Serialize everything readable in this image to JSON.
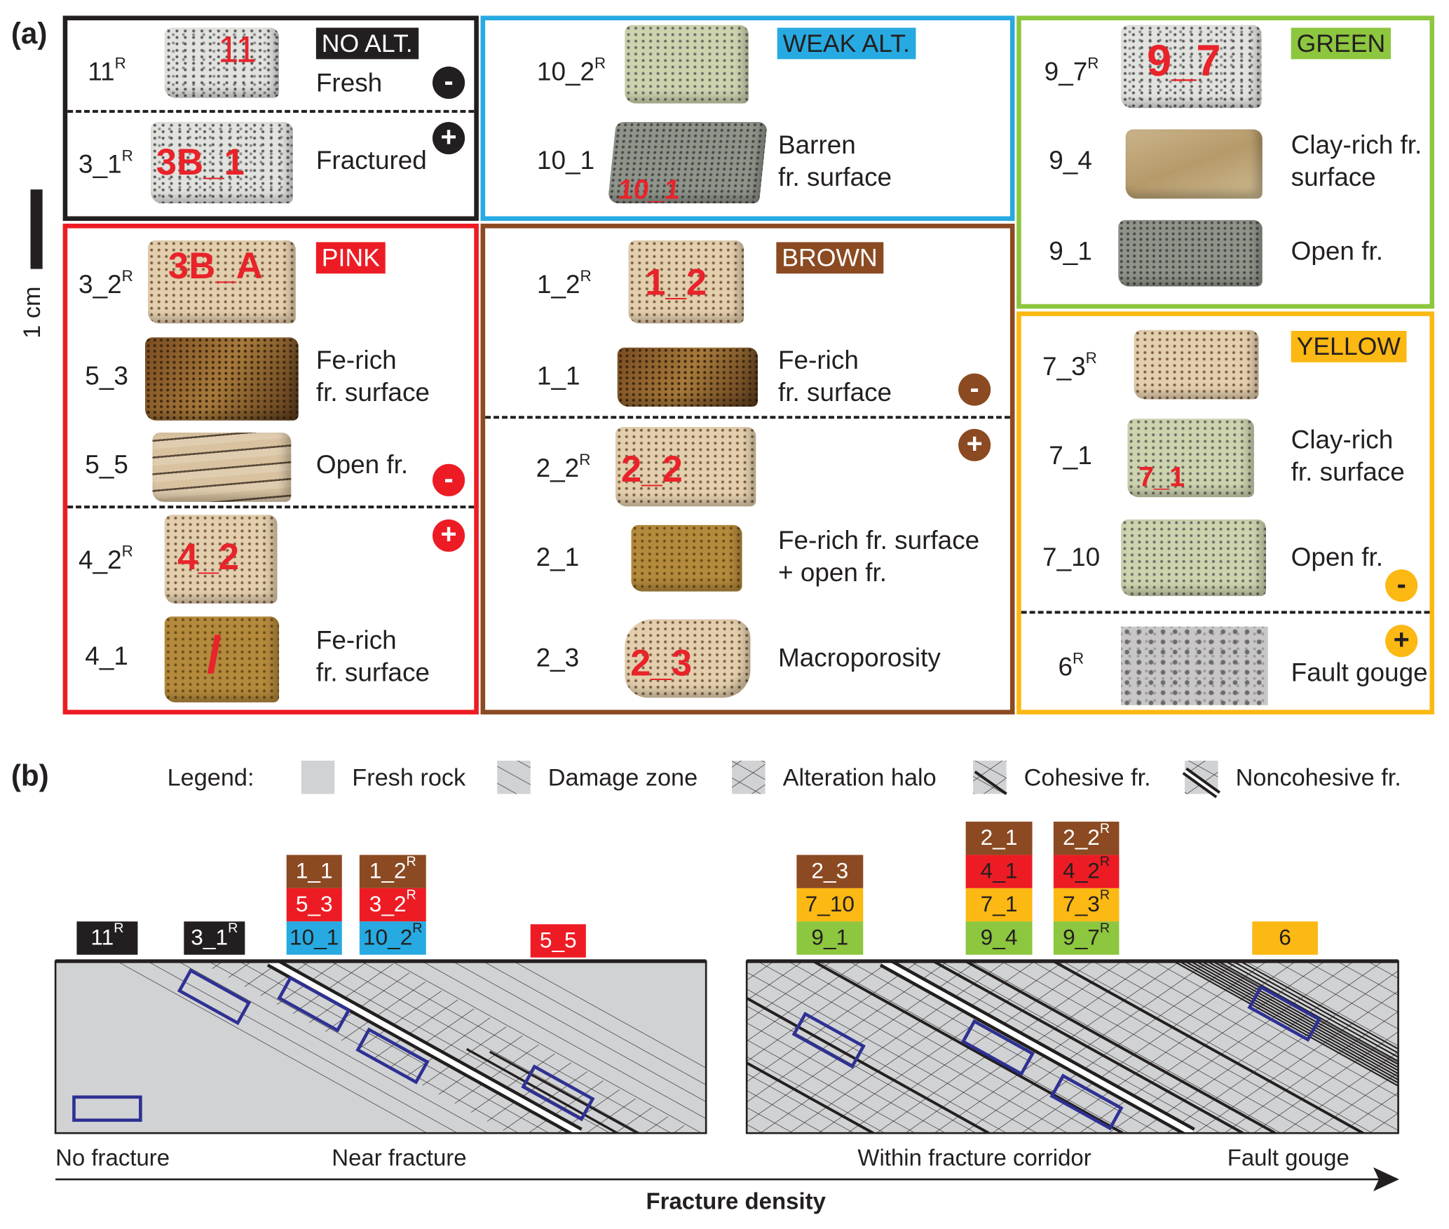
{
  "panel_a": {
    "label": "(a)",
    "scale_bar": "1 cm",
    "colors": {
      "no_alt": "#231f20",
      "weak_alt": "#27aae1",
      "green": "#8dc63f",
      "pink": "#ed1c24",
      "brown": "#8b4a22",
      "yellow": "#fcb813"
    },
    "no_alt": {
      "title": "NO ALT.",
      "fresh": "Fresh",
      "fractured": "Fractured",
      "minus": "-",
      "plus": "+",
      "samples": [
        {
          "id": "11",
          "sup": "R",
          "mark": "11"
        },
        {
          "id": "3_1",
          "sup": "R",
          "mark": "3B_1"
        }
      ]
    },
    "weak_alt": {
      "title": "WEAK ALT.",
      "desc": [
        "Barren",
        "fr. surface"
      ],
      "samples": [
        {
          "id": "10_2",
          "sup": "R"
        },
        {
          "id": "10_1",
          "sup": "",
          "mark": "10_1"
        }
      ]
    },
    "green": {
      "title": "GREEN",
      "desc_clay": [
        "Clay-rich fr.",
        "surface"
      ],
      "desc_open": "Open fr.",
      "samples": [
        {
          "id": "9_7",
          "sup": "R",
          "mark": "9_7"
        },
        {
          "id": "9_4",
          "sup": ""
        },
        {
          "id": "9_1",
          "sup": ""
        }
      ]
    },
    "pink": {
      "title": "PINK",
      "desc_fe": [
        "Fe-rich",
        "fr. surface"
      ],
      "desc_open": "Open fr.",
      "desc_fe2": [
        "Fe-rich",
        "fr. surface"
      ],
      "minus": "-",
      "plus": "+",
      "samples": [
        {
          "id": "3_2",
          "sup": "R",
          "mark": "3B_A"
        },
        {
          "id": "5_3",
          "sup": ""
        },
        {
          "id": "5_5",
          "sup": ""
        },
        {
          "id": "4_2",
          "sup": "R",
          "mark": "4_2"
        },
        {
          "id": "4_1",
          "sup": "",
          "mark": "/"
        }
      ]
    },
    "brown": {
      "title": "BROWN",
      "desc_fe": [
        "Fe-rich",
        "fr. surface"
      ],
      "desc_fe_open": [
        "Fe-rich fr. surface",
        "+ open fr."
      ],
      "desc_macro": "Macroporosity",
      "minus": "-",
      "plus": "+",
      "samples": [
        {
          "id": "1_2",
          "sup": "R",
          "mark": "1_2"
        },
        {
          "id": "1_1",
          "sup": ""
        },
        {
          "id": "2_2",
          "sup": "R",
          "mark": "2_2"
        },
        {
          "id": "2_1",
          "sup": ""
        },
        {
          "id": "2_3",
          "sup": "",
          "mark": "2_3"
        }
      ]
    },
    "yellow": {
      "title": "YELLOW",
      "desc_clay": [
        "Clay-rich",
        "fr. surface"
      ],
      "desc_open": "Open fr.",
      "desc_gouge": "Fault gouge",
      "minus": "-",
      "plus": "+",
      "samples": [
        {
          "id": "7_3",
          "sup": "R"
        },
        {
          "id": "7_1",
          "sup": "",
          "mark": "7_1"
        },
        {
          "id": "7_10",
          "sup": ""
        },
        {
          "id": "6",
          "sup": "R"
        }
      ]
    }
  },
  "panel_b": {
    "label": "(b)",
    "legend": {
      "title": "Legend:",
      "items": [
        "Fresh rock",
        "Damage zone",
        "Alteration halo",
        "Cohesive fr.",
        "Noncohesive fr."
      ]
    },
    "columns": [
      [
        {
          "id": "11",
          "sup": "R",
          "color": "#231f20"
        }
      ],
      [
        {
          "id": "3_1",
          "sup": "R",
          "color": "#231f20"
        }
      ],
      [
        {
          "id": "1_1",
          "sup": "",
          "color": "#8b4a22"
        },
        {
          "id": "5_3",
          "sup": "",
          "color": "#ed1c24"
        },
        {
          "id": "10_1",
          "sup": "",
          "color": "#27aae1"
        }
      ],
      [
        {
          "id": "1_2",
          "sup": "R",
          "color": "#8b4a22"
        },
        {
          "id": "3_2",
          "sup": "R",
          "color": "#ed1c24"
        },
        {
          "id": "10_2",
          "sup": "R",
          "color": "#27aae1"
        }
      ],
      [
        {
          "id": "5_5",
          "sup": "",
          "color": "#ed1c24"
        }
      ],
      [
        {
          "id": "2_3",
          "sup": "",
          "color": "#8b4a22"
        },
        {
          "id": "7_10",
          "sup": "",
          "color": "#fcb813"
        },
        {
          "id": "9_1",
          "sup": "",
          "color": "#8dc63f"
        }
      ],
      [
        {
          "id": "2_1",
          "sup": "",
          "color": "#8b4a22"
        },
        {
          "id": "4_1",
          "sup": "",
          "color": "#ed1c24"
        },
        {
          "id": "7_1",
          "sup": "",
          "color": "#fcb813"
        },
        {
          "id": "9_4",
          "sup": "",
          "color": "#8dc63f"
        }
      ],
      [
        {
          "id": "2_2",
          "sup": "R",
          "color": "#8b4a22"
        },
        {
          "id": "4_2",
          "sup": "R",
          "color": "#ed1c24"
        },
        {
          "id": "7_3",
          "sup": "R",
          "color": "#fcb813"
        },
        {
          "id": "9_7",
          "sup": "R",
          "color": "#8dc63f"
        }
      ],
      [
        {
          "id": "6",
          "sup": "",
          "color": "#fcb813"
        }
      ]
    ],
    "axis": {
      "zones": [
        "No fracture",
        "Near fracture",
        "Within fracture corridor",
        "Fault gouge"
      ],
      "title": "Fracture density"
    }
  }
}
